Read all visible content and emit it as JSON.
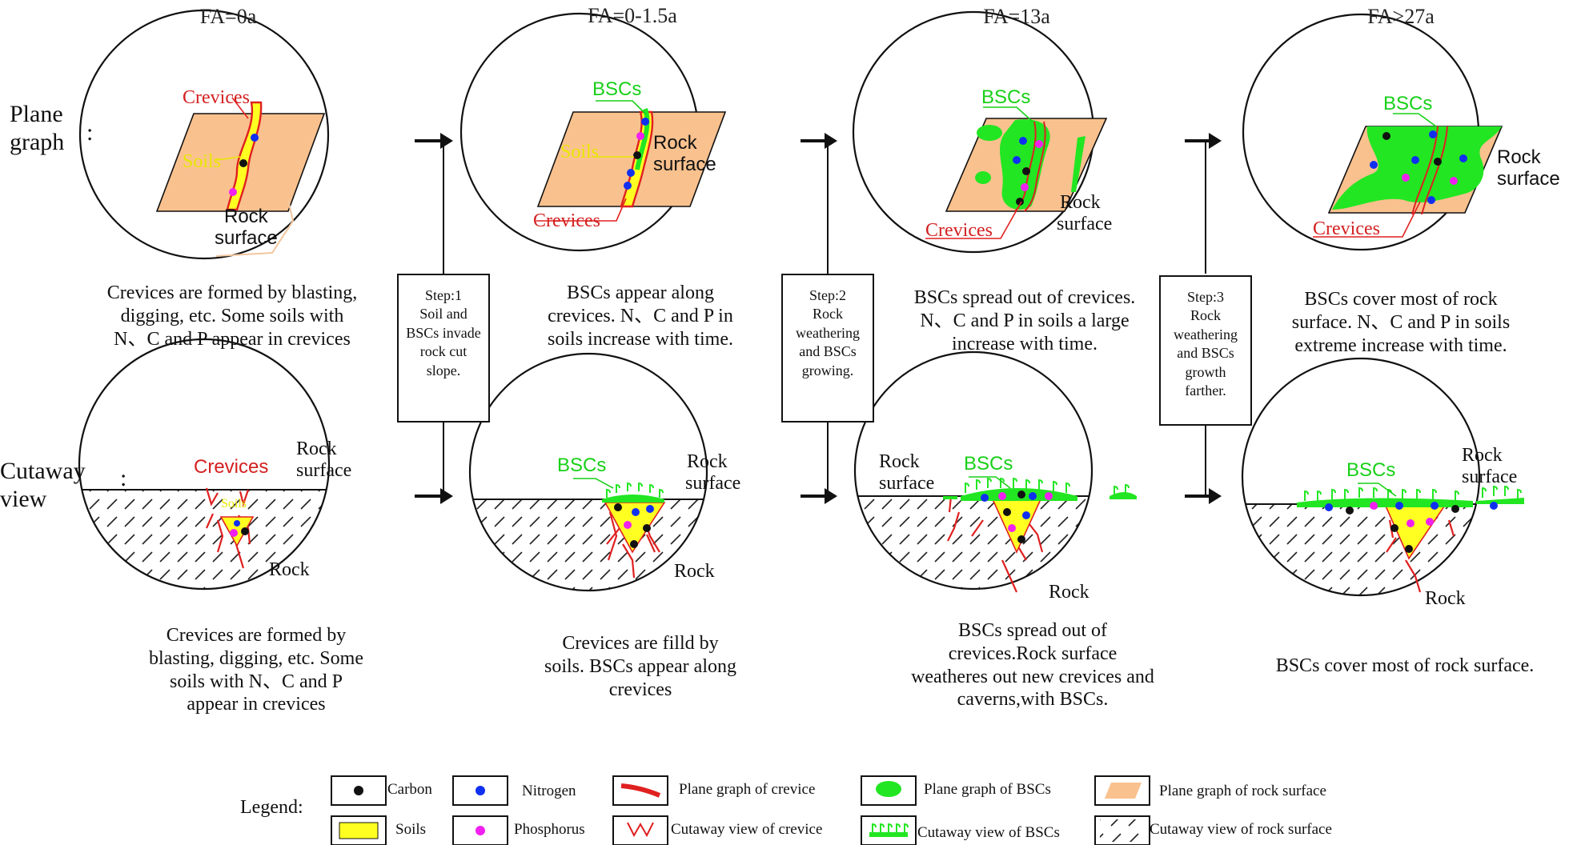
{
  "side_labels": {
    "plane": "Plane graph",
    "cutaway": "Cutaway view"
  },
  "stages": [
    {
      "title": "FA=0a",
      "plane_desc": [
        "Crevices are formed by blasting,",
        "digging, etc. Some soils with",
        "N、C and P appear in crevices"
      ],
      "cut_desc": [
        "Crevices are formed by",
        "blasting, digging, etc. Some",
        "soils with N、C and P",
        "appear in crevices"
      ]
    },
    {
      "title": "FA=0-1.5a",
      "plane_desc": [
        "BSCs appear along",
        "crevices. N、C and P in",
        "soils increase with time."
      ],
      "cut_desc": [
        "Crevices are filld by",
        "soils. BSCs appear along",
        "crevices"
      ]
    },
    {
      "title": "FA=13a",
      "plane_desc": [
        "BSCs spread out of crevices.",
        "N、C and P in soils a large",
        "increase with time."
      ],
      "cut_desc": [
        "BSCs spread out of",
        "crevices.Rock surface",
        "weatheres out new crevices and",
        "caverns,with BSCs."
      ]
    },
    {
      "title": "FA>27a",
      "plane_desc": [
        "BSCs  cover most of rock",
        "surface. N、C and P in soils",
        "extreme increase with time."
      ],
      "cut_desc": [
        "BSCs  cover most of rock surface."
      ]
    }
  ],
  "steps": [
    [
      "Step:1",
      "Soil and",
      "BSCs invade",
      "rock cut",
      "slope."
    ],
    [
      "Step:2",
      "Rock",
      "weathering",
      "and BSCs",
      "growing."
    ],
    [
      "Step:3",
      "Rock",
      "weathering",
      "and BSCs",
      "growth",
      "farther."
    ]
  ],
  "inline_labels": {
    "crevices": "Crevices",
    "soils": "Soils",
    "bscs": "BSCs",
    "rock_surface": [
      "Rock",
      "surface"
    ],
    "rock": "Rock"
  },
  "legend": {
    "title": "Legend:",
    "items": [
      {
        "label": "Carbon",
        "icon": "carbon-dot-icon"
      },
      {
        "label": "Nitrogen",
        "icon": "nitrogen-dot-icon"
      },
      {
        "label": "Plane graph of crevice",
        "icon": "crevice-plane-icon"
      },
      {
        "label": "Plane graph of BSCs",
        "icon": "bscs-plane-icon"
      },
      {
        "label": "Plane graph of rock surface",
        "icon": "rock-plane-icon"
      },
      {
        "label": "Soils",
        "icon": "soils-icon"
      },
      {
        "label": "Phosphorus",
        "icon": "phosphorus-dot-icon"
      },
      {
        "label": "Cutaway view of crevice",
        "icon": "crevice-cut-icon"
      },
      {
        "label": "Cutaway view of BSCs",
        "icon": "bscs-cut-icon"
      },
      {
        "label": "Cutaway view of rock surface",
        "icon": "rock-cut-icon"
      }
    ]
  },
  "colors": {
    "rock": "#F9C18E",
    "bsc": "#22E622",
    "soil": "#FFFF22",
    "crevice": "#E02020",
    "carbon": "#111111",
    "nitrogen": "#1030F0",
    "phosphorus": "#F020F0",
    "crevice_label": "#D42020",
    "soil_label": "#E8E800",
    "bsc_label": "#18D018",
    "leader_rock": "#F2C7A0"
  }
}
